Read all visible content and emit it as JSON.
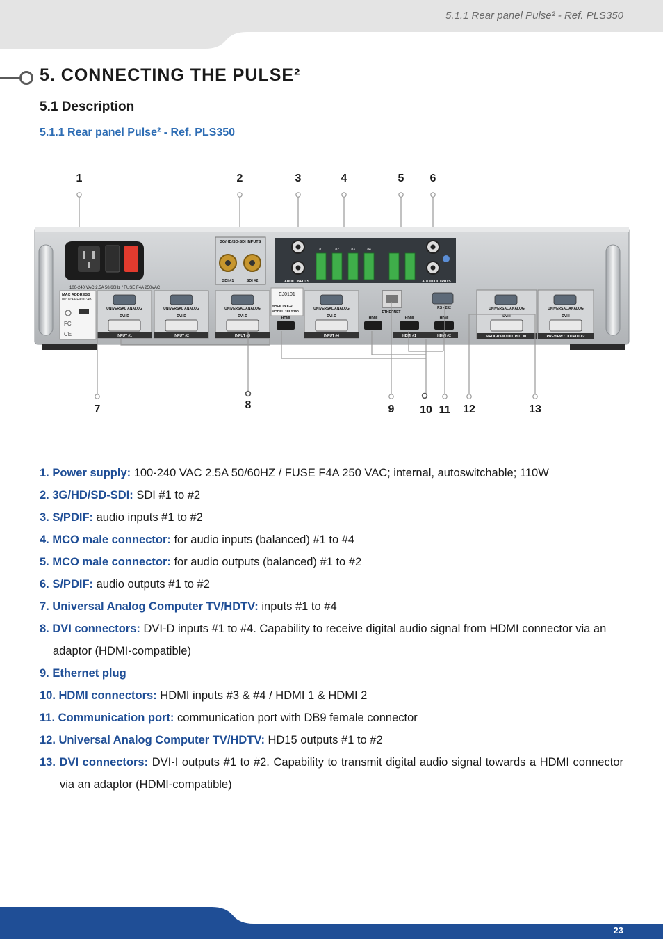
{
  "header": {
    "running_title": "5.1.1 Rear panel Pulse² - Ref. PLS350"
  },
  "chapter": {
    "title": "5. CONNECTING THE PULSE²"
  },
  "section": {
    "title": "5.1 Description"
  },
  "subsection": {
    "title": "5.1.1 Rear panel Pulse² - Ref. PLS350"
  },
  "figure": {
    "callouts_top": [
      "1",
      "2",
      "3",
      "4",
      "5",
      "6"
    ],
    "callouts_bottom": [
      "7",
      "8",
      "9",
      "10",
      "11",
      "12",
      "13"
    ],
    "panel_labels": {
      "sdi_header": "3G/HD/SD-SDI INPUTS",
      "sdi1": "SDI #1",
      "sdi2": "SDI #2",
      "audio_inputs": "AUDIO INPUTS",
      "audio_outputs": "AUDIO OUTPUTS",
      "universal_analog": "UNIVERSAL ANALOG",
      "dvi_d": "DVI-D",
      "dvi_i": "DVI-I",
      "hdmi": "HDMI",
      "input1": "INPUT #1",
      "input2": "INPUT #2",
      "input3": "INPUT #3",
      "input4": "INPUT #4",
      "hdmi1": "HDMI #1",
      "hdmi2": "HDMI #2",
      "ethernet": "ETHERNET",
      "rs232": "RS - 232",
      "program_output": "PROGRAM / OUTPUT #1",
      "preview_output": "PREVIEW / OUTPUT #2",
      "made_in": "MADE IN E.U.",
      "model": "MODEL : PLS350",
      "serial": "EJ0101",
      "mac_address": "MAC ADDRESS",
      "mac_value": "00:09:4A:F9:0C:4B",
      "power_rating": "100-240 VAC 2.5A 50/60Hz / FUSE F4A 250VAC"
    }
  },
  "items": [
    {
      "label": "1. Power supply:",
      "text": " 100-240 VAC 2.5A 50/60HZ / FUSE F4A 250 VAC; internal, autoswitchable; 110W"
    },
    {
      "label": "2. 3G/HD/SD-SDI:",
      "text": " SDI #1 to #2"
    },
    {
      "label": "3. S/PDIF:",
      "text": " audio inputs #1 to #2"
    },
    {
      "label": "4. MCO male connector:",
      "text": " for audio inputs (balanced) #1 to #4"
    },
    {
      "label": "5. MCO male connector:",
      "text": " for audio outputs (balanced) #1 to #2"
    },
    {
      "label": "6. S/PDIF:",
      "text": " audio outputs #1 to #2"
    },
    {
      "label": "7. Universal Analog Computer TV/HDTV:",
      "text": " inputs #1 to #4"
    },
    {
      "label": "8. DVI connectors:",
      "text": " DVI-D inputs #1 to #4. Capability to receive digital audio signal from HDMI connector via an adaptor (HDMI-compatible)"
    },
    {
      "label": "9. Ethernet plug",
      "text": ""
    },
    {
      "label": "10. HDMI connectors:",
      "text": " HDMI inputs #3 & #4 / HDMI 1 & HDMI 2"
    },
    {
      "label": "11. Communication port:",
      "text": " communication port with DB9 female connector"
    },
    {
      "label": "12. Universal Analog Computer TV/HDTV:",
      "text": " HD15 outputs #1 to #2"
    },
    {
      "label": "13. DVI connectors:",
      "text": " DVI-I outputs #1 to #2. Capability to transmit digital audio signal towards a HDMI connector via an adaptor (HDMI-compatible)"
    }
  ],
  "footer": {
    "page_number": "23"
  },
  "colors": {
    "band_gray": "#e4e4e4",
    "band_blue": "#1f4e96",
    "label_blue": "#1f4e96",
    "subtitle_blue": "#2e6db4"
  }
}
